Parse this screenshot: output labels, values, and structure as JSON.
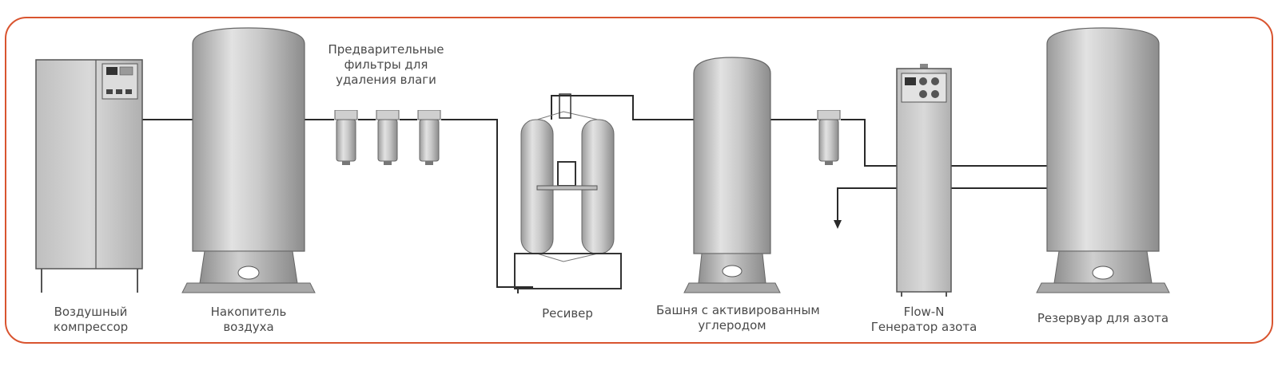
{
  "colors": {
    "frame": "#d9542f",
    "pipe": "#2a2a2a",
    "metal_light": "#e6e6e6",
    "metal_mid": "#bdbdbd",
    "metal_dark": "#8a8a8a",
    "label": "#4a4a4a"
  },
  "labels": {
    "compressor": [
      "Воздушный",
      "компрессор"
    ],
    "air_storage": [
      "Накопитель",
      "воздуха"
    ],
    "prefilters": [
      "Предварительные",
      "фильтры для",
      "удаления влаги"
    ],
    "receiver": [
      "Ресивер"
    ],
    "carbon_tower": [
      "Башня с активированным",
      "углеродом"
    ],
    "generator": [
      "Flow-N",
      "Генератор азота"
    ],
    "nitrogen_tank": [
      "Резервуар для азота"
    ]
  },
  "icons": {
    "compressor": "air-compressor-icon",
    "air_storage": "air-storage-tank-icon",
    "prefilter": "filter-housing-icon",
    "receiver": "twin-tower-receiver-icon",
    "carbon_tower": "carbon-tower-icon",
    "generator": "nitrogen-generator-icon",
    "nitrogen_tank": "nitrogen-tank-icon"
  }
}
